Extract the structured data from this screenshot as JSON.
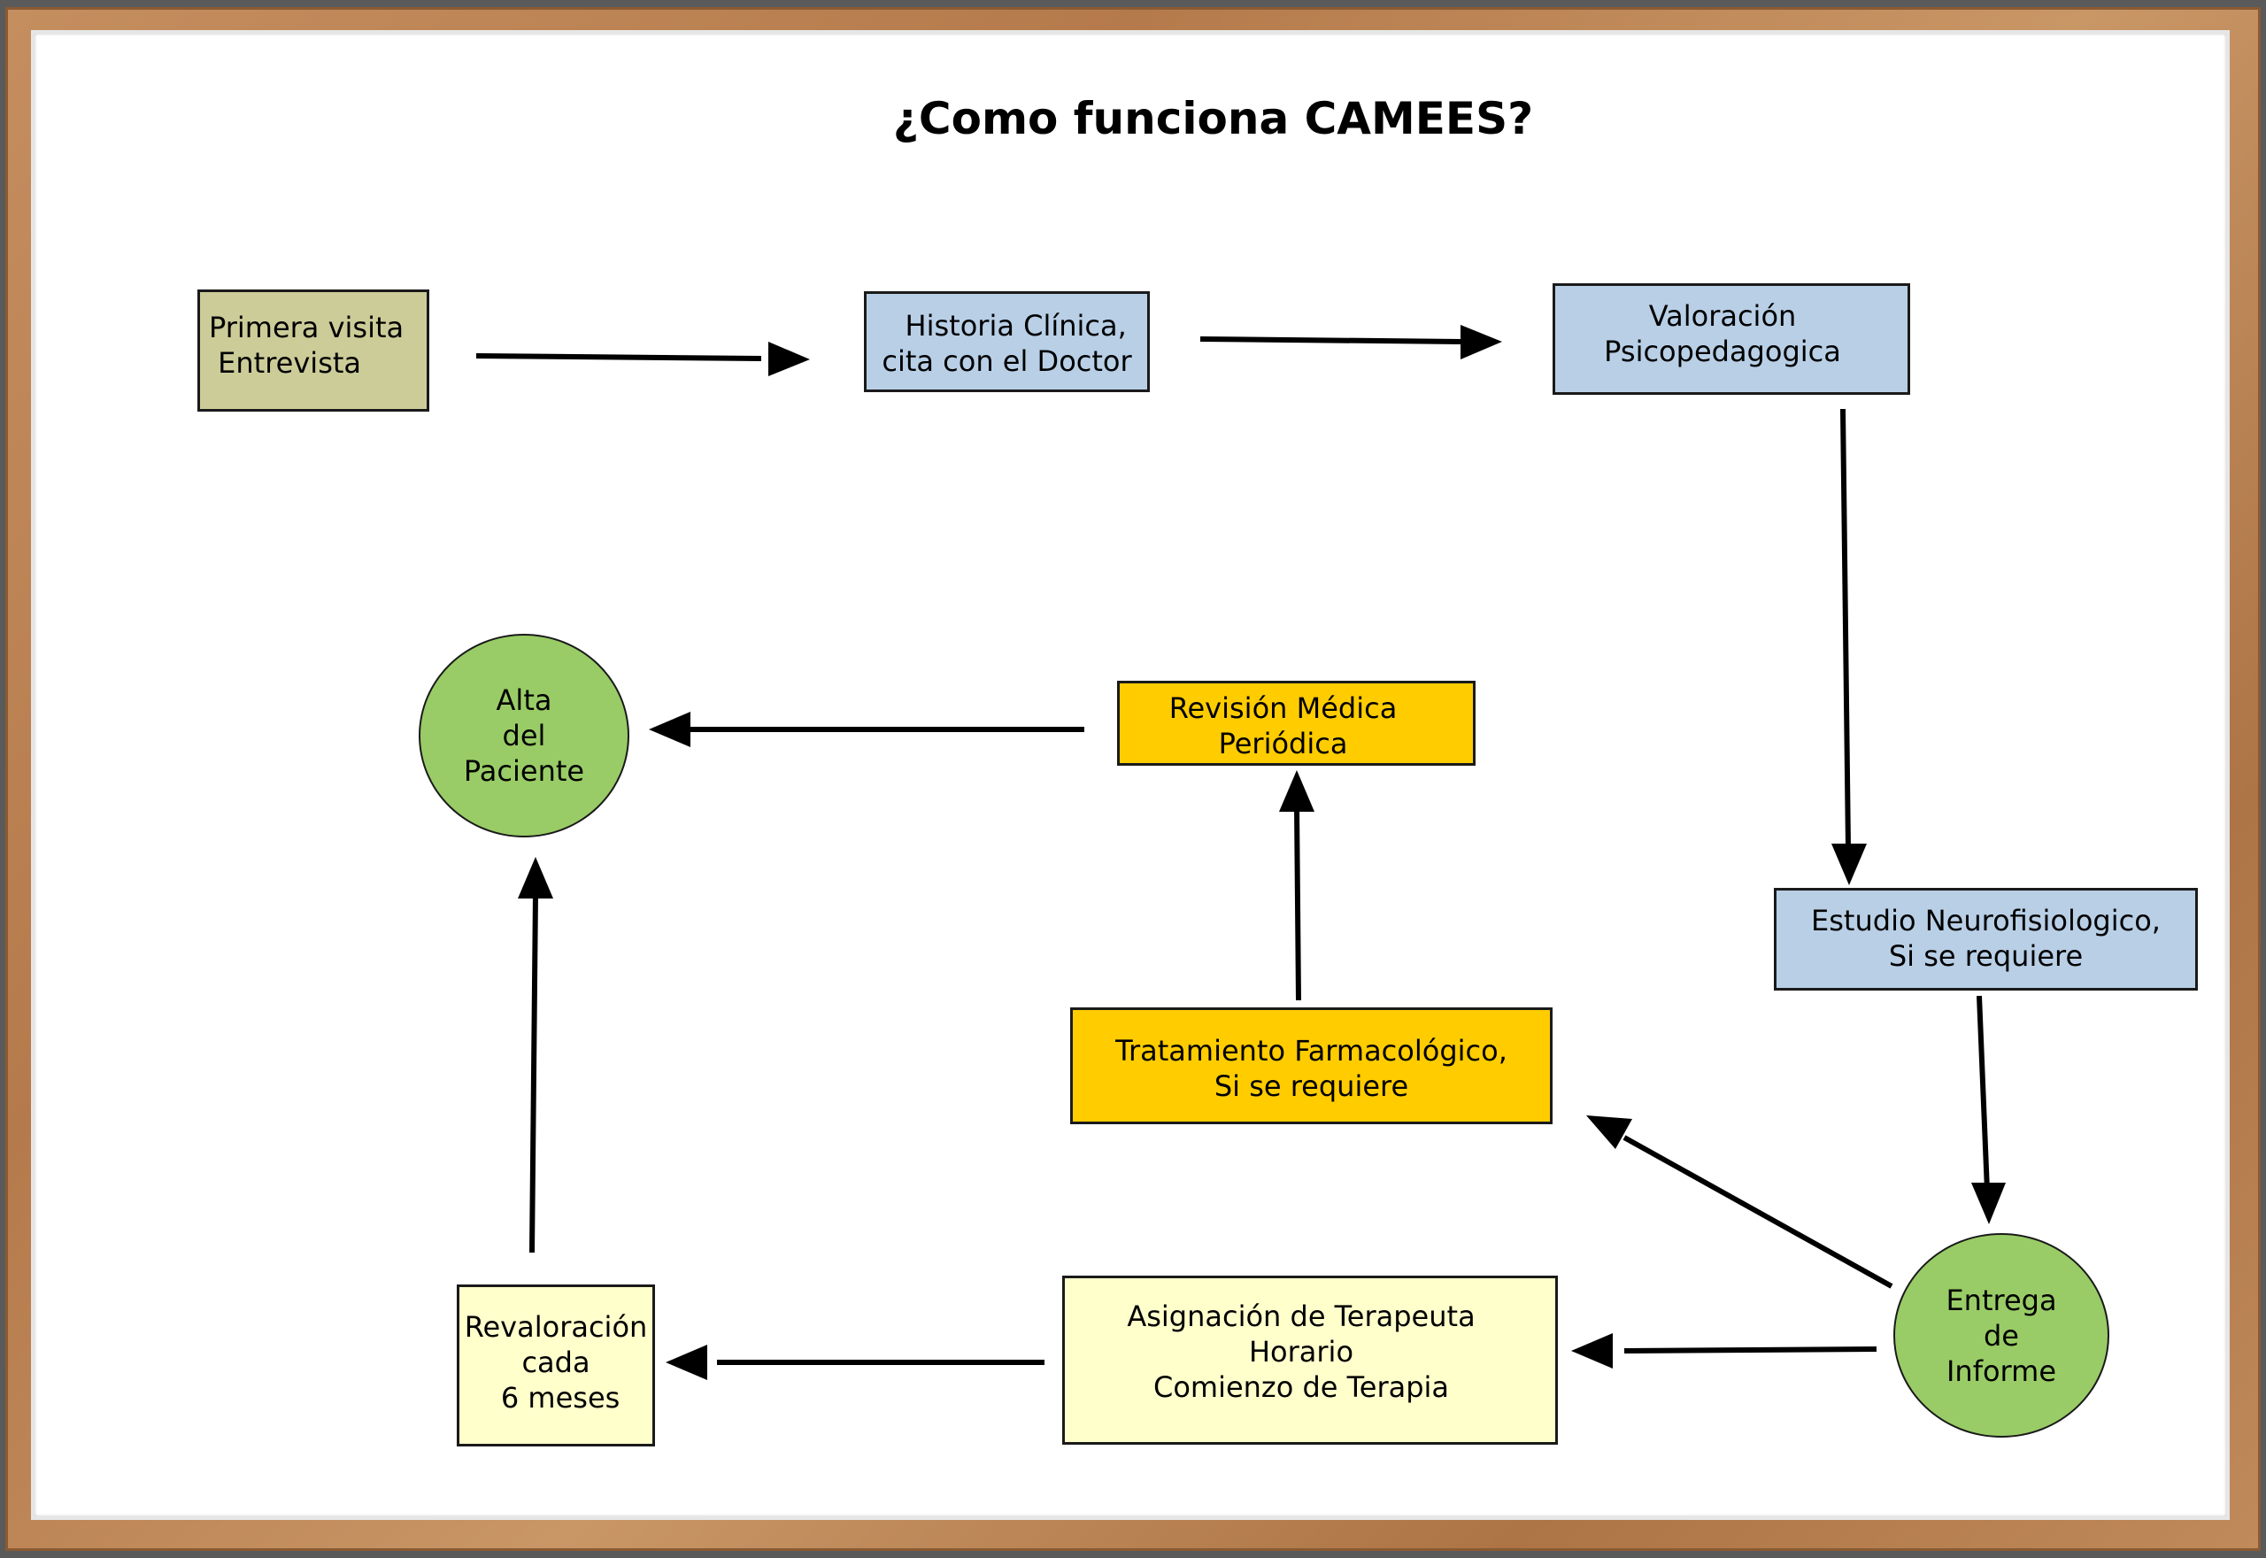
{
  "title": "¿Como funciona CAMEES?",
  "colors": {
    "khaki": "#cccc99",
    "light_blue": "#b8cfe6",
    "orange": "#ffcc00",
    "light_yellow": "#ffffcc",
    "green": "#99cc66"
  },
  "nodes": {
    "primera_visita": "Primera visita\n Entrevista",
    "historia_clinica": "  Historia Clínica,\ncita con el Doctor",
    "valoracion": "Valoración\nPsicopedagogica",
    "estudio": "Estudio Neurofisiologico,\nSi se requiere",
    "entrega": "Entrega\nde\nInforme",
    "tratamiento": "Tratamiento Farmacológico,\nSi se requiere",
    "revision": "Revisión Médica\nPeriódica",
    "alta": "Alta\ndel\nPaciente",
    "asignacion": "Asignación de Terapeuta\nHorario\nComienzo de Terapia",
    "revaloracion": "Revaloración\ncada\n 6 meses"
  }
}
